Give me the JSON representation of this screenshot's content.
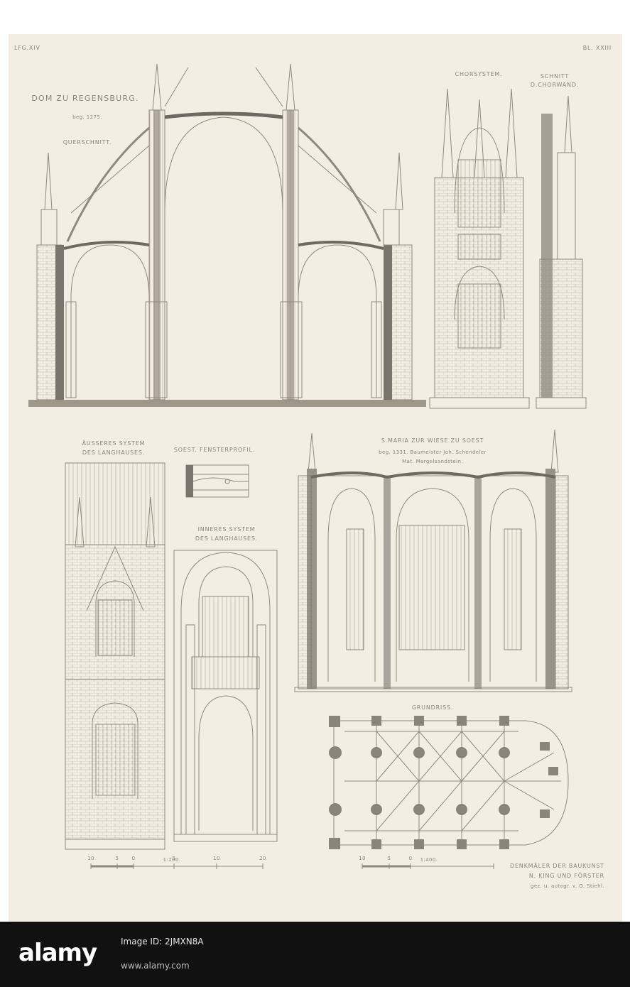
{
  "sheet": {
    "top_left": "LFG.XIV",
    "top_right": "Bl. XXIII"
  },
  "regensburg": {
    "title": "DOM ZU REGENSBURG.",
    "date": "beg. 1275.",
    "view": "QUERSCHNITT."
  },
  "chorsystem": {
    "label": "CHORSYSTEM."
  },
  "schnitt": {
    "line1": "SCHNITT",
    "line2": "D.CHORWAND."
  },
  "aeusseres": {
    "line1": "ÄUSSERES SYSTEM",
    "line2": "DES LANGHAUSES."
  },
  "fensterprofil": {
    "label": "SOEST. FENSTERPROFIL."
  },
  "inneres": {
    "line1": "INNERES SYSTEM",
    "line2": "DES LANGHAUSES."
  },
  "soest": {
    "title": "S.MARIA ZUR WIESE ZU SOEST",
    "builder": "beg. 1331. Baumeister Joh. Schendeler",
    "material": "Mat. Mergelsandstein."
  },
  "grundriss": {
    "label": "GRUNDRISS."
  },
  "scale_left": {
    "ticks": [
      "10",
      "5",
      "0",
      "5",
      "10",
      "20"
    ],
    "ratio": "1:200."
  },
  "scale_right": {
    "ticks": [
      "10",
      "5",
      "0"
    ],
    "ratio": "1:400."
  },
  "credits": {
    "line1": "DENKMÄLER DER BAUKUNST",
    "line2": "N. KING UND FÖRSTER",
    "line3": "gez. u. autogr. v. O. Stiehl."
  },
  "watermark": {
    "logo": "alamy",
    "image_id": "Image ID: 2JMXN8A",
    "url": "www.alamy.com"
  },
  "colors": {
    "paper": "#f3eee3",
    "ink": "#8a8478",
    "section_fill": "#6e6a63",
    "line": "#9b9588",
    "bar": "#111111"
  }
}
